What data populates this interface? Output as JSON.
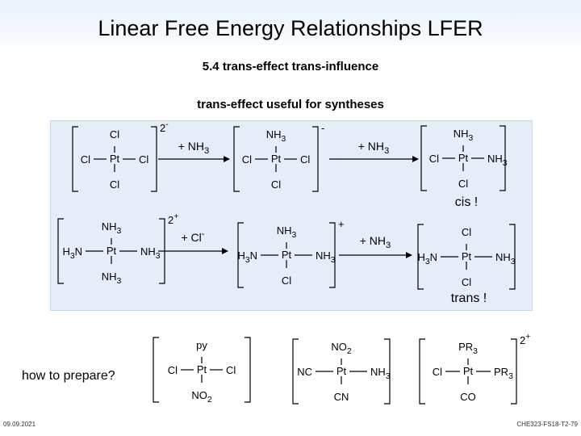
{
  "slide": {
    "title": "Linear Free Energy Relationships LFER",
    "subtitle": "5.4 trans-effect trans-influence",
    "caption": "trans-effect useful for syntheses",
    "question": "how to prepare?",
    "date": "09.09.2021",
    "course_code": "CHE323-FS18-T2-79"
  },
  "scheme": {
    "row1": {
      "complex1": {
        "center": "Pt",
        "top": "Cl",
        "bottom": "Cl",
        "left": "Cl",
        "right": "Cl",
        "charge": "2-"
      },
      "reagent1": "+ NH3",
      "complex2": {
        "center": "Pt",
        "top": "NH3",
        "bottom": "Cl",
        "left": "Cl",
        "right": "Cl",
        "charge": "-"
      },
      "reagent2": "+ NH3",
      "complex3": {
        "center": "Pt",
        "top": "NH3",
        "bottom": "Cl",
        "left": "Cl",
        "right": "NH3",
        "charge": ""
      },
      "product_label": "cis !"
    },
    "row2": {
      "complex1": {
        "center": "Pt",
        "top": "NH3",
        "bottom": "NH3",
        "left": "H3N",
        "right": "NH3",
        "charge": "2+"
      },
      "reagent1": "+ Cl-",
      "complex2": {
        "center": "Pt",
        "top": "NH3",
        "bottom": "Cl",
        "left": "H3N",
        "right": "NH3",
        "charge": "+"
      },
      "reagent2": "+ NH3",
      "complex3": {
        "center": "Pt",
        "top": "Cl",
        "bottom": "Cl",
        "left": "H3N",
        "right": "NH3",
        "charge": ""
      },
      "product_label": "trans !"
    },
    "targets": [
      {
        "center": "Pt",
        "top": "py",
        "bottom": "NO2",
        "left": "Cl",
        "right": "Cl",
        "charge": ""
      },
      {
        "center": "Pt",
        "top": "NO2",
        "bottom": "CN",
        "left": "NC",
        "right": "NH3",
        "charge": ""
      },
      {
        "center": "Pt",
        "top": "PR3",
        "bottom": "CO",
        "left": "Cl",
        "right": "PR3",
        "charge": "2+"
      }
    ]
  }
}
